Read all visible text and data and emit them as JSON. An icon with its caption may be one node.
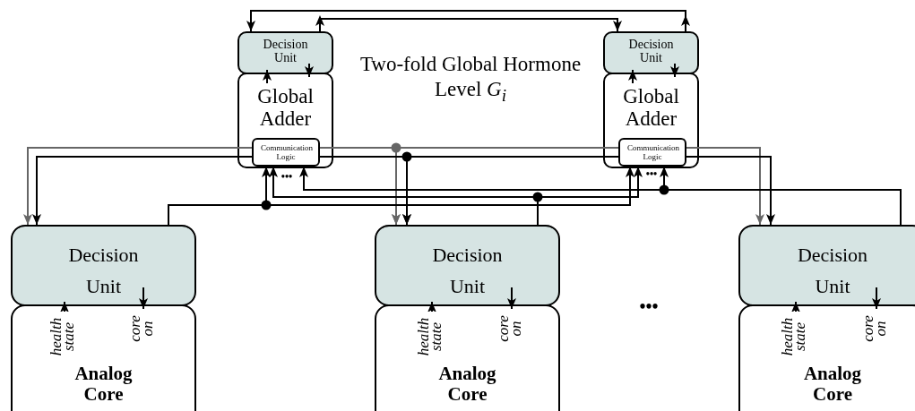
{
  "diagram": {
    "nodes": [
      {
        "text": [
          "Decision Unit"
        ]
      },
      {
        "text": [
          "Global Adder"
        ]
      },
      {
        "text": [
          "Communication Logic"
        ],
        "in": 1
      },
      {
        "text": [
          "Decision Unit"
        ]
      },
      {
        "text": [
          "Global Adder"
        ]
      },
      {
        "text": [
          "Communication Logic"
        ],
        "in": 4
      },
      {
        "text": [
          "Decision Unit"
        ]
      },
      {
        "text": [
          "Analog Core"
        ]
      },
      {
        "text": [
          "Decision Unit"
        ]
      },
      {
        "text": [
          "Analog Core"
        ]
      },
      {
        "text": [
          "Decision Unit"
        ]
      },
      {
        "text": [
          "Analog Core"
        ]
      }
    ],
    "edges": [
      {
        "from": 3,
        "to": 0,
        "arrow": "to"
      },
      {
        "from": 0,
        "to": 3,
        "arrow": "to"
      },
      {
        "from": 1,
        "to": 0,
        "arrow": "to"
      },
      {
        "from": 0,
        "to": 1,
        "arrow": "to"
      },
      {
        "from": 4,
        "to": 3,
        "arrow": "to"
      },
      {
        "from": 3,
        "to": 4,
        "arrow": "to"
      },
      {
        "from": 2,
        "to": 6,
        "arrow": "to",
        "color": "#666666"
      },
      {
        "from": 2,
        "to": 8,
        "arrow": "to",
        "color": "#666666"
      },
      {
        "from": 5,
        "to": 8,
        "arrow": "to",
        "color": "#666666"
      },
      {
        "from": 5,
        "to": 10,
        "arrow": "to",
        "color": "#666666"
      },
      {
        "from": 2,
        "to": 6,
        "arrow": "to"
      },
      {
        "from": 2,
        "to": 8,
        "arrow": "to"
      },
      {
        "from": 5,
        "to": 8,
        "arrow": "to"
      },
      {
        "from": 5,
        "to": 10,
        "arrow": "to"
      },
      {
        "from": 6,
        "to": 2,
        "arrow": "to"
      },
      {
        "from": 6,
        "to": 5,
        "arrow": "to"
      },
      {
        "from": 8,
        "to": 2,
        "arrow": "to"
      },
      {
        "from": 8,
        "to": 5,
        "arrow": "to"
      },
      {
        "from": 10,
        "to": 2,
        "arrow": "to"
      },
      {
        "from": 10,
        "to": 5,
        "arrow": "to"
      },
      {
        "from": 7,
        "to": 6,
        "arrow": "to",
        "label": "health state"
      },
      {
        "from": 6,
        "to": 7,
        "arrow": "to",
        "label": "core on"
      },
      {
        "from": 9,
        "to": 8,
        "arrow": "to",
        "label": "health state"
      },
      {
        "from": 8,
        "to": 9,
        "arrow": "to",
        "label": "core on"
      },
      {
        "from": 11,
        "to": 10,
        "arrow": "to",
        "label": "health state"
      },
      {
        "from": 10,
        "to": 11,
        "arrow": "to",
        "label": "core on"
      }
    ],
    "labels": [
      "Two-fold Global Hormone Level *G*$_{i}$",
      "•••",
      "•••",
      "•••"
    ]
  }
}
